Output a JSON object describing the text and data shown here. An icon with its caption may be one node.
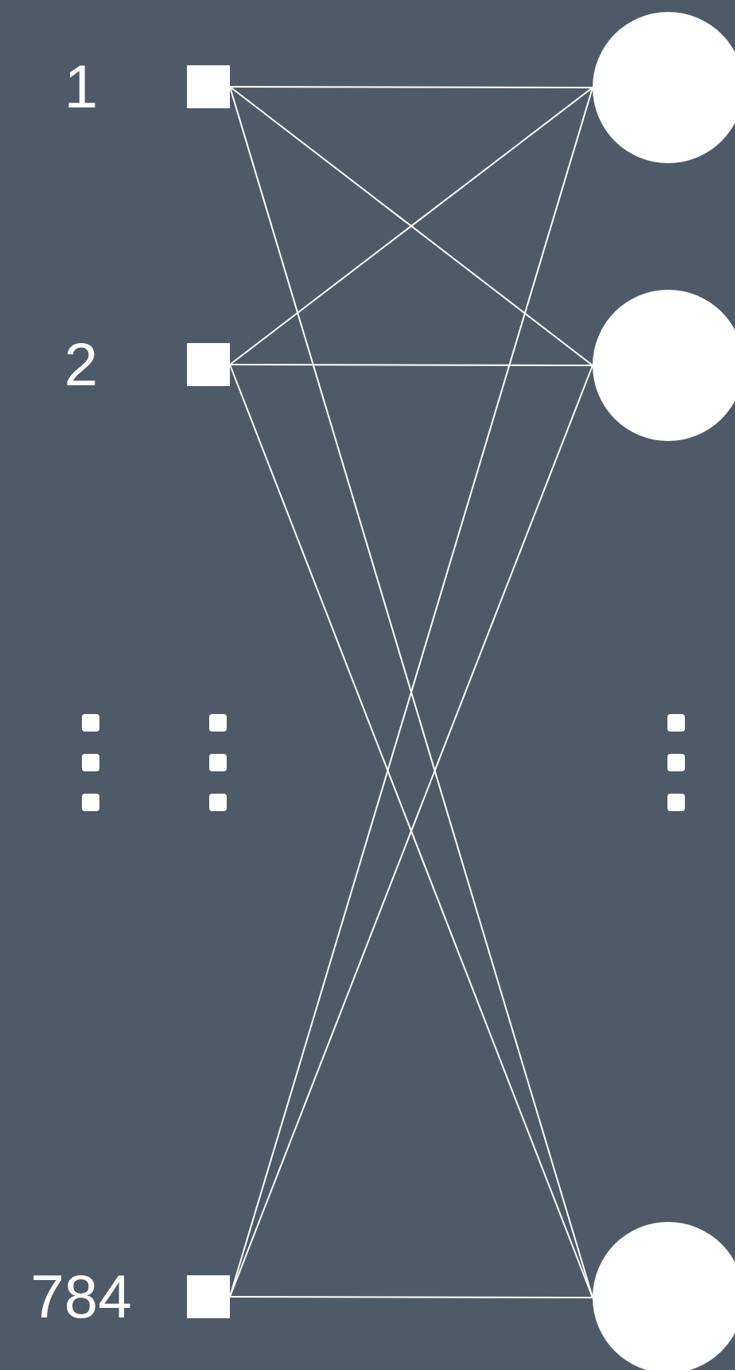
{
  "diagram": {
    "nodes": [
      {
        "text": [],
        "shape": "box",
        "beside": [
          "1"
        ]
      },
      {
        "text": [],
        "shape": "box",
        "beside": [
          "2"
        ]
      },
      {
        "text": [],
        "shape": "box",
        "beside": [
          "784"
        ]
      },
      {
        "text": [],
        "shape": "circle"
      },
      {
        "text": [],
        "shape": "circle"
      },
      {
        "text": [],
        "shape": "circle"
      }
    ],
    "edges": [
      {
        "from": 0,
        "to": 3,
        "arrow": "none"
      },
      {
        "from": 0,
        "to": 4,
        "arrow": "none"
      },
      {
        "from": 0,
        "to": 5,
        "arrow": "none"
      },
      {
        "from": 1,
        "to": 3,
        "arrow": "none"
      },
      {
        "from": 1,
        "to": 4,
        "arrow": "none"
      },
      {
        "from": 1,
        "to": 5,
        "arrow": "none"
      },
      {
        "from": 2,
        "to": 3,
        "arrow": "none"
      },
      {
        "from": 2,
        "to": 4,
        "arrow": "none"
      },
      {
        "from": 2,
        "to": 5,
        "arrow": "none"
      }
    ]
  }
}
